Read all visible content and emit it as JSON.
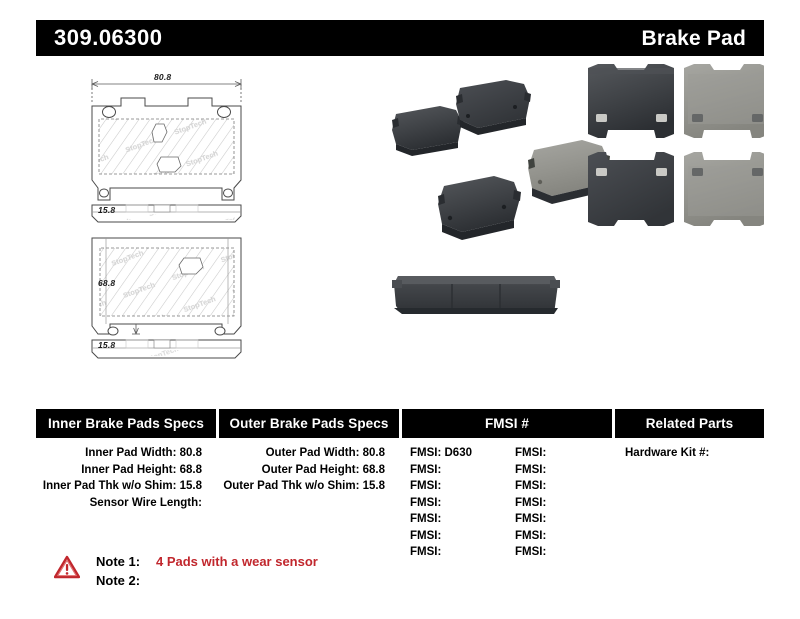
{
  "header": {
    "part_number": "309.06300",
    "product_type": "Brake Pad"
  },
  "drawings": {
    "dim_width": "80.8",
    "dim_height": "68.8",
    "dim_thickness_top": "15.8",
    "dim_thickness_bottom": "15.8",
    "watermark": "StopTech"
  },
  "spec_table": {
    "headers": {
      "inner": "Inner Brake Pads Specs",
      "outer": "Outer Brake Pads Specs",
      "fmsi": "FMSI #",
      "related": "Related Parts"
    },
    "inner_rows": [
      "Inner Pad Width: 80.8",
      "Inner Pad Height: 68.8",
      "Inner Pad Thk w/o Shim: 15.8",
      "Sensor Wire Length:"
    ],
    "outer_rows": [
      "Outer Pad Width: 80.8",
      "Outer Pad Height: 68.8",
      "Outer Pad Thk w/o Shim: 15.8"
    ],
    "fmsi_col1": [
      "FMSI:  D630",
      "FMSI:",
      "FMSI:",
      "FMSI:",
      "FMSI:",
      "FMSI:",
      "FMSI:"
    ],
    "fmsi_col2": [
      "FMSI:",
      "FMSI:",
      "FMSI:",
      "FMSI:",
      "FMSI:",
      "FMSI:",
      "FMSI:"
    ],
    "related_rows": [
      "Hardware Kit #:"
    ]
  },
  "notes": {
    "icon": "warning-triangle-icon",
    "note1_label": "Note 1:",
    "note1_value": "4 Pads with a wear sensor",
    "note2_label": "Note 2:",
    "note2_value": ""
  },
  "colors": {
    "header_bg": "#000000",
    "header_text": "#ffffff",
    "note_accent": "#c1272d",
    "pad_dark": "#3b3e42",
    "pad_friction": "#9a9a96"
  }
}
